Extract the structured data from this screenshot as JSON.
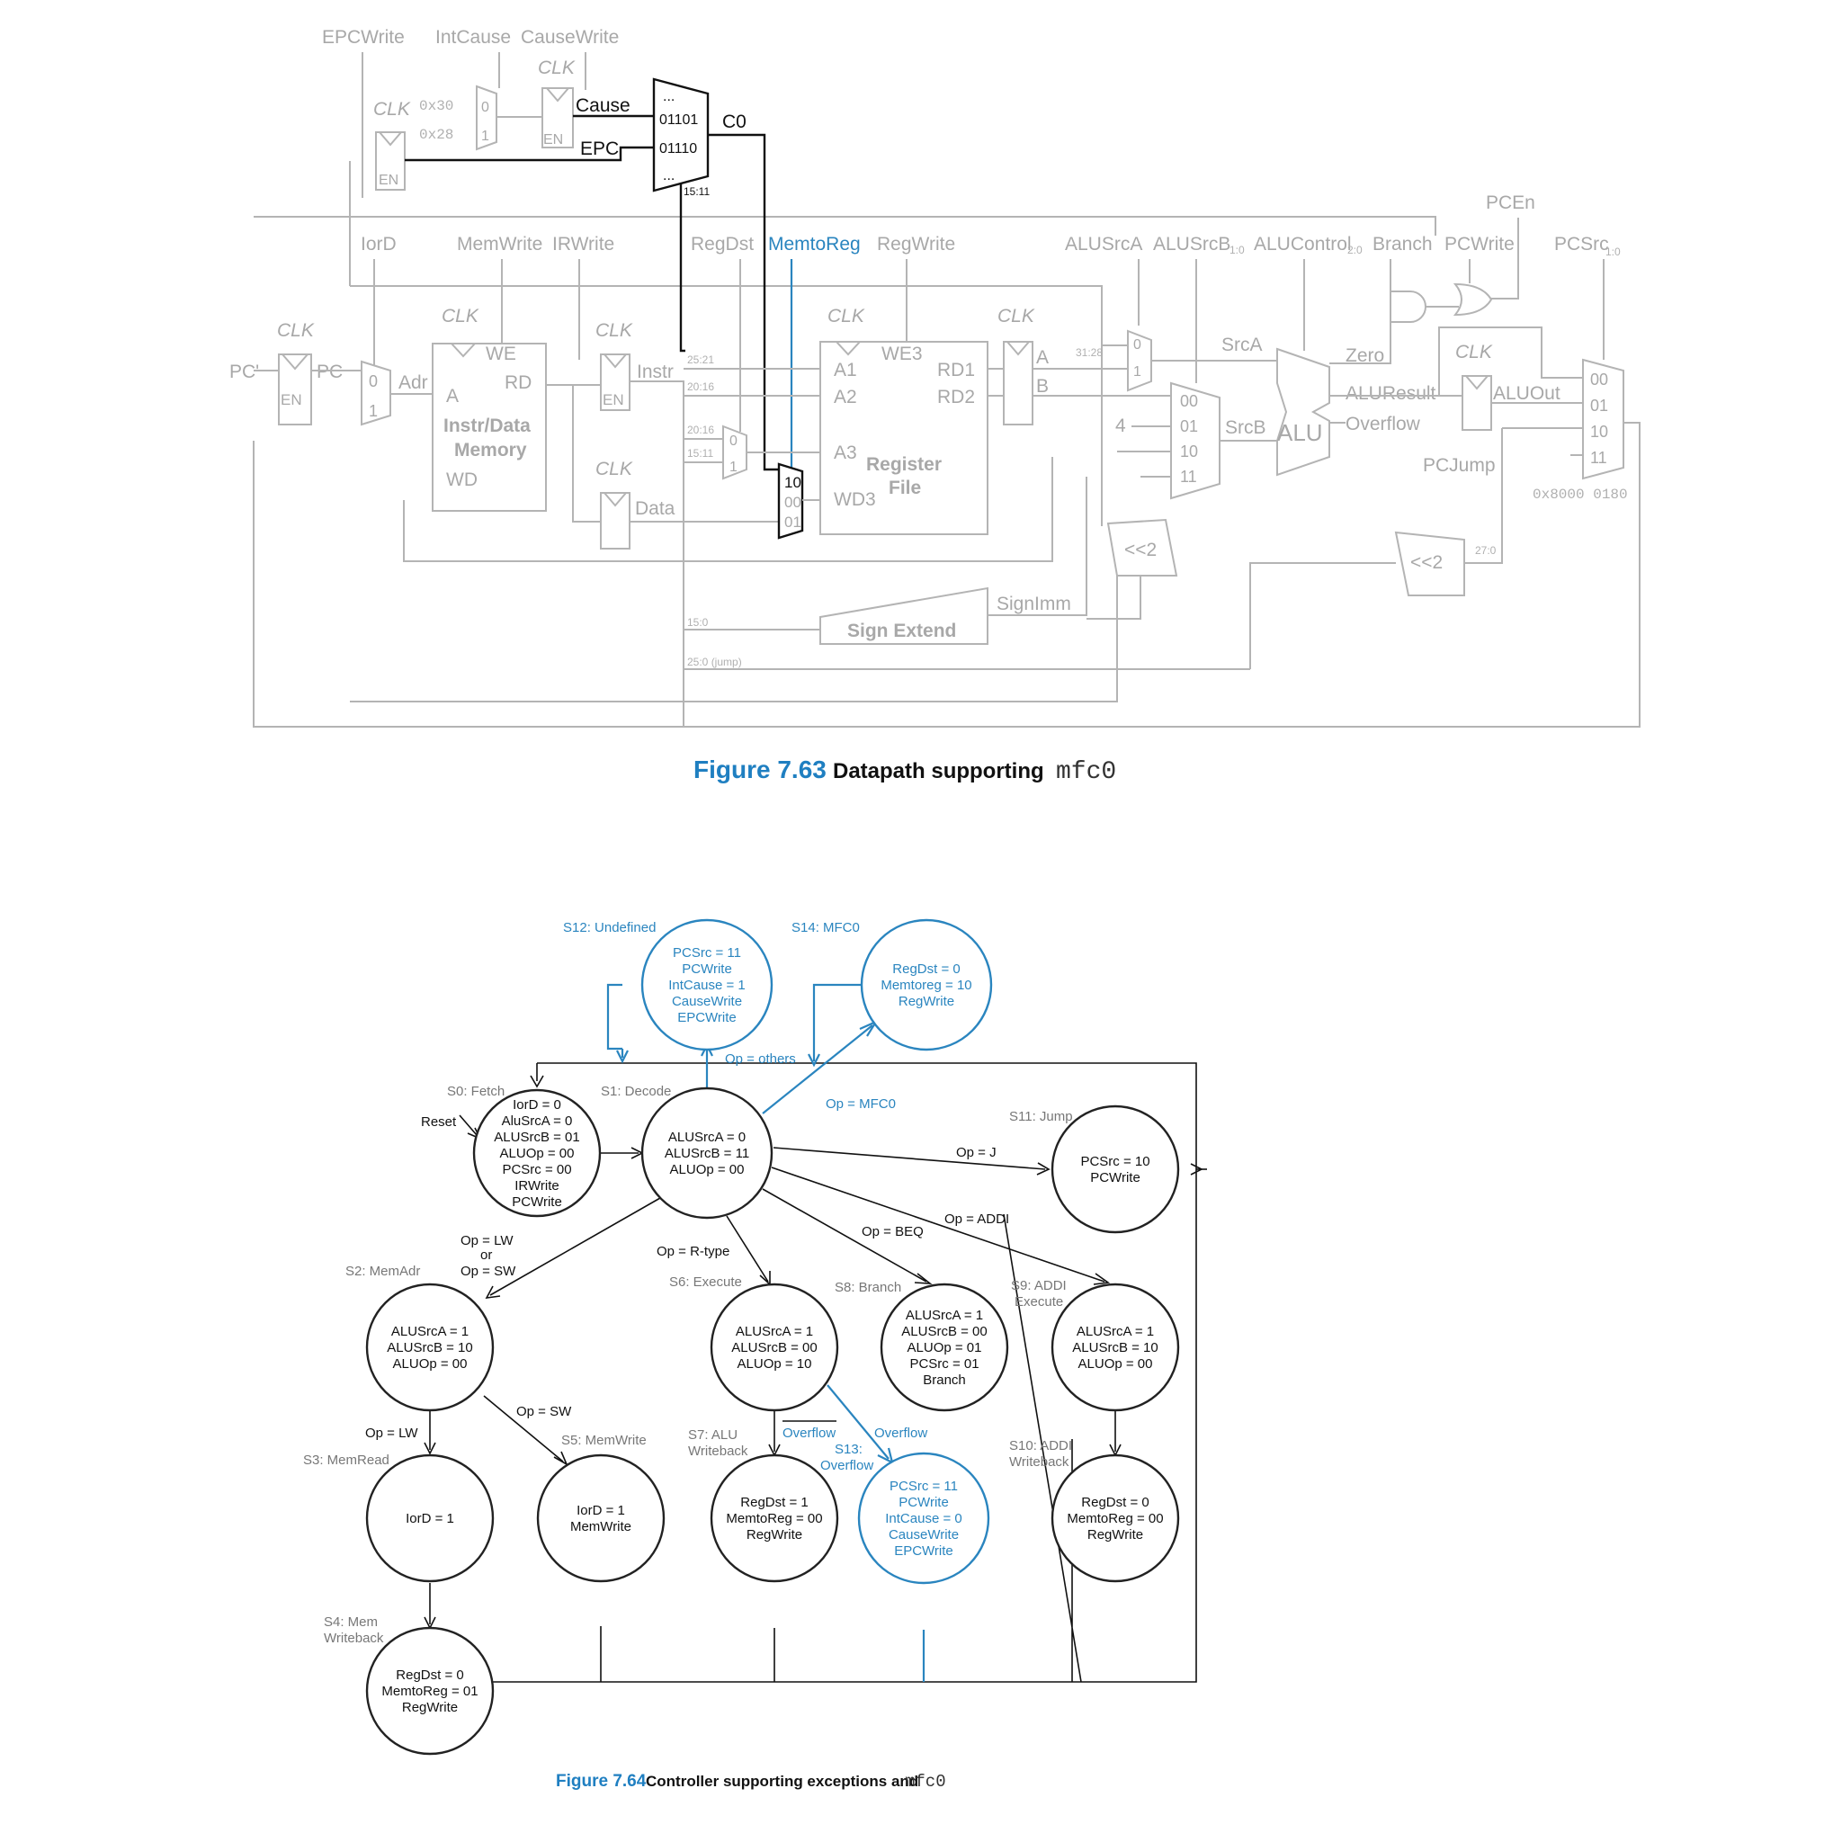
{
  "figure1": {
    "caption_number": "Figure 7.63",
    "caption_text": "Datapath supporting",
    "caption_code": "mfc0",
    "control_signals": {
      "epcwrite": "EPCWrite",
      "intcause": "IntCause",
      "causewrite": "CauseWrite",
      "iord": "IorD",
      "memwrite": "MemWrite",
      "irwrite": "IRWrite",
      "regdst": "RegDst",
      "memtoreg": "MemtoReg",
      "regwrite": "RegWrite",
      "alusrca": "ALUSrcA",
      "alusrcb": "ALUSrcB",
      "alusrcb_sub": "1:0",
      "alucontrol": "ALUControl",
      "alucontrol_sub": "2:0",
      "branch": "Branch",
      "pcwrite": "PCWrite",
      "pcsrc": "PCSrc",
      "pcsrc_sub": "1:0",
      "pcen": "PCEn"
    },
    "clk": "CLK",
    "en": "EN",
    "cause_consts": {
      "c30": "0x30",
      "c28": "0x28",
      "in0": "0",
      "in1": "1"
    },
    "cause_label": "Cause",
    "epc_label": "EPC",
    "c0_label": "C0",
    "c0_mux": {
      "dots_top": "...",
      "sel1": "01101",
      "sel2": "01110",
      "dots_bot": "...",
      "bits": "15:11"
    },
    "pc_prime": "PC'",
    "pc": "PC",
    "adr": "Adr",
    "mux0": "0",
    "mux1": "1",
    "memory": {
      "we": "WE",
      "a": "A",
      "rd": "RD",
      "name1": "Instr/Data",
      "name2": "Memory",
      "wd": "WD"
    },
    "instr": "Instr",
    "data": "Data",
    "bits": {
      "b2521": "25:21",
      "b2016": "20:16",
      "b2016b": "20:16",
      "b1511": "15:11",
      "b150": "15:0",
      "b250": "25:0 (jump)",
      "b3128": "31:28",
      "b270": "27:0"
    },
    "regfile": {
      "we3": "WE3",
      "a1": "A1",
      "a2": "A2",
      "a3": "A3",
      "wd3": "WD3",
      "rd1": "RD1",
      "rd2": "RD2",
      "name1": "Register",
      "name2": "File"
    },
    "wd3_mux": {
      "s10": "10",
      "s00": "00",
      "s01": "01"
    },
    "reg_a": "A",
    "reg_b": "B",
    "srca": "SrcA",
    "srcb": "SrcB",
    "alu": "ALU",
    "zero": "Zero",
    "aluresult": "ALUResult",
    "overflow": "Overflow",
    "aluout": "ALUOut",
    "pcjump": "PCJump",
    "const_4": "4",
    "srcb_mux": {
      "s00": "00",
      "s01": "01",
      "s10": "10",
      "s11": "11"
    },
    "pc_mux": {
      "s00": "00",
      "s01": "01",
      "s10": "10",
      "s11": "11"
    },
    "exception_addr": "0x8000 0180",
    "shift1": "<<2",
    "shift2": "<<2",
    "signimm": "SignImm",
    "sign_extend": "Sign Extend"
  },
  "figure2": {
    "caption_number": "Figure 7.64",
    "caption_text": "Controller supporting exceptions and",
    "caption_code": "mfc0",
    "reset": "Reset",
    "states": {
      "s0": {
        "label": "S0: Fetch",
        "lines": [
          "IorD = 0",
          "AluSrcA = 0",
          "ALUSrcB = 01",
          "ALUOp = 00",
          "PCSrc = 00",
          "IRWrite",
          "PCWrite"
        ]
      },
      "s1": {
        "label": "S1: Decode",
        "lines": [
          "ALUSrcA = 0",
          "ALUSrcB = 11",
          "ALUOp = 00"
        ]
      },
      "s2": {
        "label": "S2: MemAdr",
        "lines": [
          "ALUSrcA = 1",
          "ALUSrcB = 10",
          "ALUOp = 00"
        ]
      },
      "s3": {
        "label": "S3: MemRead",
        "lines": [
          "IorD = 1"
        ]
      },
      "s4": {
        "label1": "S4: Mem",
        "label2": "Writeback",
        "lines": [
          "RegDst = 0",
          "MemtoReg = 01",
          "RegWrite"
        ]
      },
      "s5": {
        "label": "S5: MemWrite",
        "lines": [
          "IorD = 1",
          "MemWrite"
        ]
      },
      "s6": {
        "label": "S6: Execute",
        "lines": [
          "ALUSrcA = 1",
          "ALUSrcB = 00",
          "ALUOp = 10"
        ]
      },
      "s7": {
        "label1": "S7: ALU",
        "label2": "Writeback",
        "lines": [
          "RegDst = 1",
          "MemtoReg = 00",
          "RegWrite"
        ]
      },
      "s8": {
        "label": "S8: Branch",
        "lines": [
          "ALUSrcA = 1",
          "ALUSrcB = 00",
          "ALUOp = 01",
          "PCSrc = 01",
          "Branch"
        ]
      },
      "s9": {
        "label1": "S9: ADDI",
        "label2": "Execute",
        "lines": [
          "ALUSrcA = 1",
          "ALUSrcB = 10",
          "ALUOp = 00"
        ]
      },
      "s10": {
        "label1": "S10: ADDI",
        "label2": "Writeback",
        "lines": [
          "RegDst = 0",
          "MemtoReg = 00",
          "RegWrite"
        ]
      },
      "s11": {
        "label": "S11: Jump",
        "lines": [
          "PCSrc = 10",
          "PCWrite"
        ]
      },
      "s12": {
        "label": "S12: Undefined",
        "lines": [
          "PCSrc = 11",
          "PCWrite",
          "IntCause = 1",
          "CauseWrite",
          "EPCWrite"
        ]
      },
      "s13": {
        "label1": "S13:",
        "label2": "Overflow",
        "lines": [
          "PCSrc = 11",
          "PCWrite",
          "IntCause = 0",
          "CauseWrite",
          "EPCWrite"
        ]
      },
      "s14": {
        "label": "S14: MFC0",
        "lines": [
          "RegDst = 0",
          "Memtoreg = 10",
          "RegWrite"
        ]
      }
    },
    "edges": {
      "op_others": "Op = others",
      "op_mfc0": "Op = MFC0",
      "op_j": "Op = J",
      "op_addi": "Op = ADDI",
      "op_beq": "Op = BEQ",
      "op_rtype": "Op = R-type",
      "op_lw_or_sw_1": "Op = LW",
      "op_lw_or_sw_2": "or",
      "op_lw_or_sw_3": "Op = SW",
      "op_sw": "Op = SW",
      "op_lw": "Op = LW",
      "not_overflow": "Overflow",
      "overflow": "Overflow"
    },
    "colors": {
      "normal": "#222222",
      "exception": "#2a85bf",
      "datapath_gray": "#b4b4b4"
    }
  }
}
